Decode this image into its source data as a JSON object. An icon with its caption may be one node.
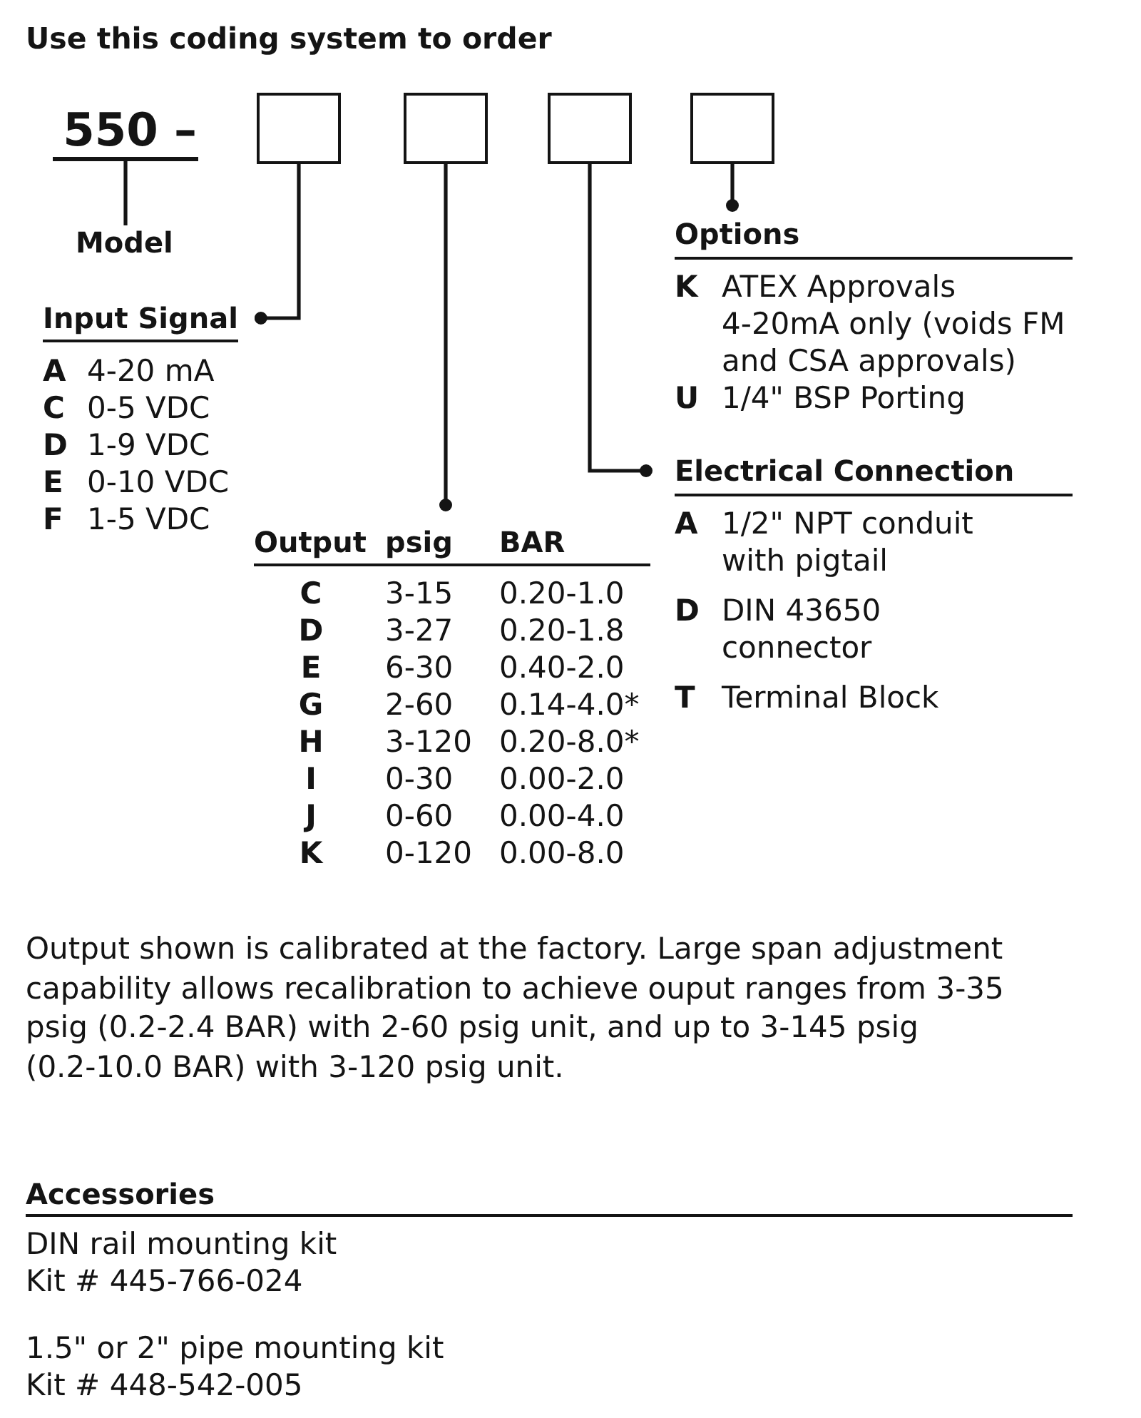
{
  "diagram": {
    "title": "Use this coding system to order",
    "nodes": [
      {
        "text": [
          "550 –"
        ]
      },
      {
        "text": [],
        "shape": "box"
      },
      {
        "text": [],
        "shape": "box"
      },
      {
        "text": [],
        "shape": "box"
      },
      {
        "text": [],
        "shape": "box"
      },
      {
        "text": [
          "Model"
        ]
      },
      {
        "text": [
          "Options"
        ]
      },
      {
        "text": [
          "Input Signal"
        ]
      },
      {
        "text": [
          "Electrical Connection"
        ]
      },
      {
        "text": [
          "Output",
          "psig",
          "BAR"
        ]
      }
    ],
    "edges": [
      {
        "from": 0,
        "to": 5,
        "arrow": "none"
      },
      {
        "from": 1,
        "to": 7,
        "arrow": "other"
      },
      {
        "from": 2,
        "to": 9,
        "arrow": "other"
      },
      {
        "from": 3,
        "to": 8,
        "arrow": "other"
      },
      {
        "from": 4,
        "to": 6,
        "arrow": "other"
      }
    ],
    "labels": [
      "K",
      "ATEX Approvals 4-20mA only (voids FM and CSA approvals)",
      "U",
      "1/4\" BSP Porting",
      "A",
      "4-20 mA",
      "C",
      "0-5 VDC",
      "D",
      "1-9 VDC",
      "E",
      "0-10 VDC",
      "F",
      "1-5 VDC",
      "A",
      "1/2\" NPT conduit with pigtail",
      "D",
      "DIN 43650 connector",
      "T",
      "Terminal Block",
      "C",
      "3-15",
      "0.20-1.0",
      "D",
      "3-27",
      "0.20-1.8",
      "E",
      "6-30",
      "0.40-2.0",
      "G",
      "2-60",
      "0.14-4.0*",
      "H",
      "3-120",
      "0.20-8.0*",
      "I",
      "0-30",
      "0.00-2.0",
      "J",
      "0-60",
      "0.00-4.0",
      "K",
      "0-120",
      "0.00-8.0",
      "Output shown is calibrated at the factory. Large span adjustment capability allows recalibration to achieve ouput ranges from 3-35 psig (0.2-2.4 BAR) with 2-60 psig unit, and up to 3-145 psig (0.2-10.0 BAR) with 3-120 psig unit.",
      "Accessories",
      "DIN rail mounting kit",
      "Kit # 445-766-024",
      "1.5\" or 2\" pipe mounting kit",
      "Kit # 448-542-005"
    ]
  }
}
